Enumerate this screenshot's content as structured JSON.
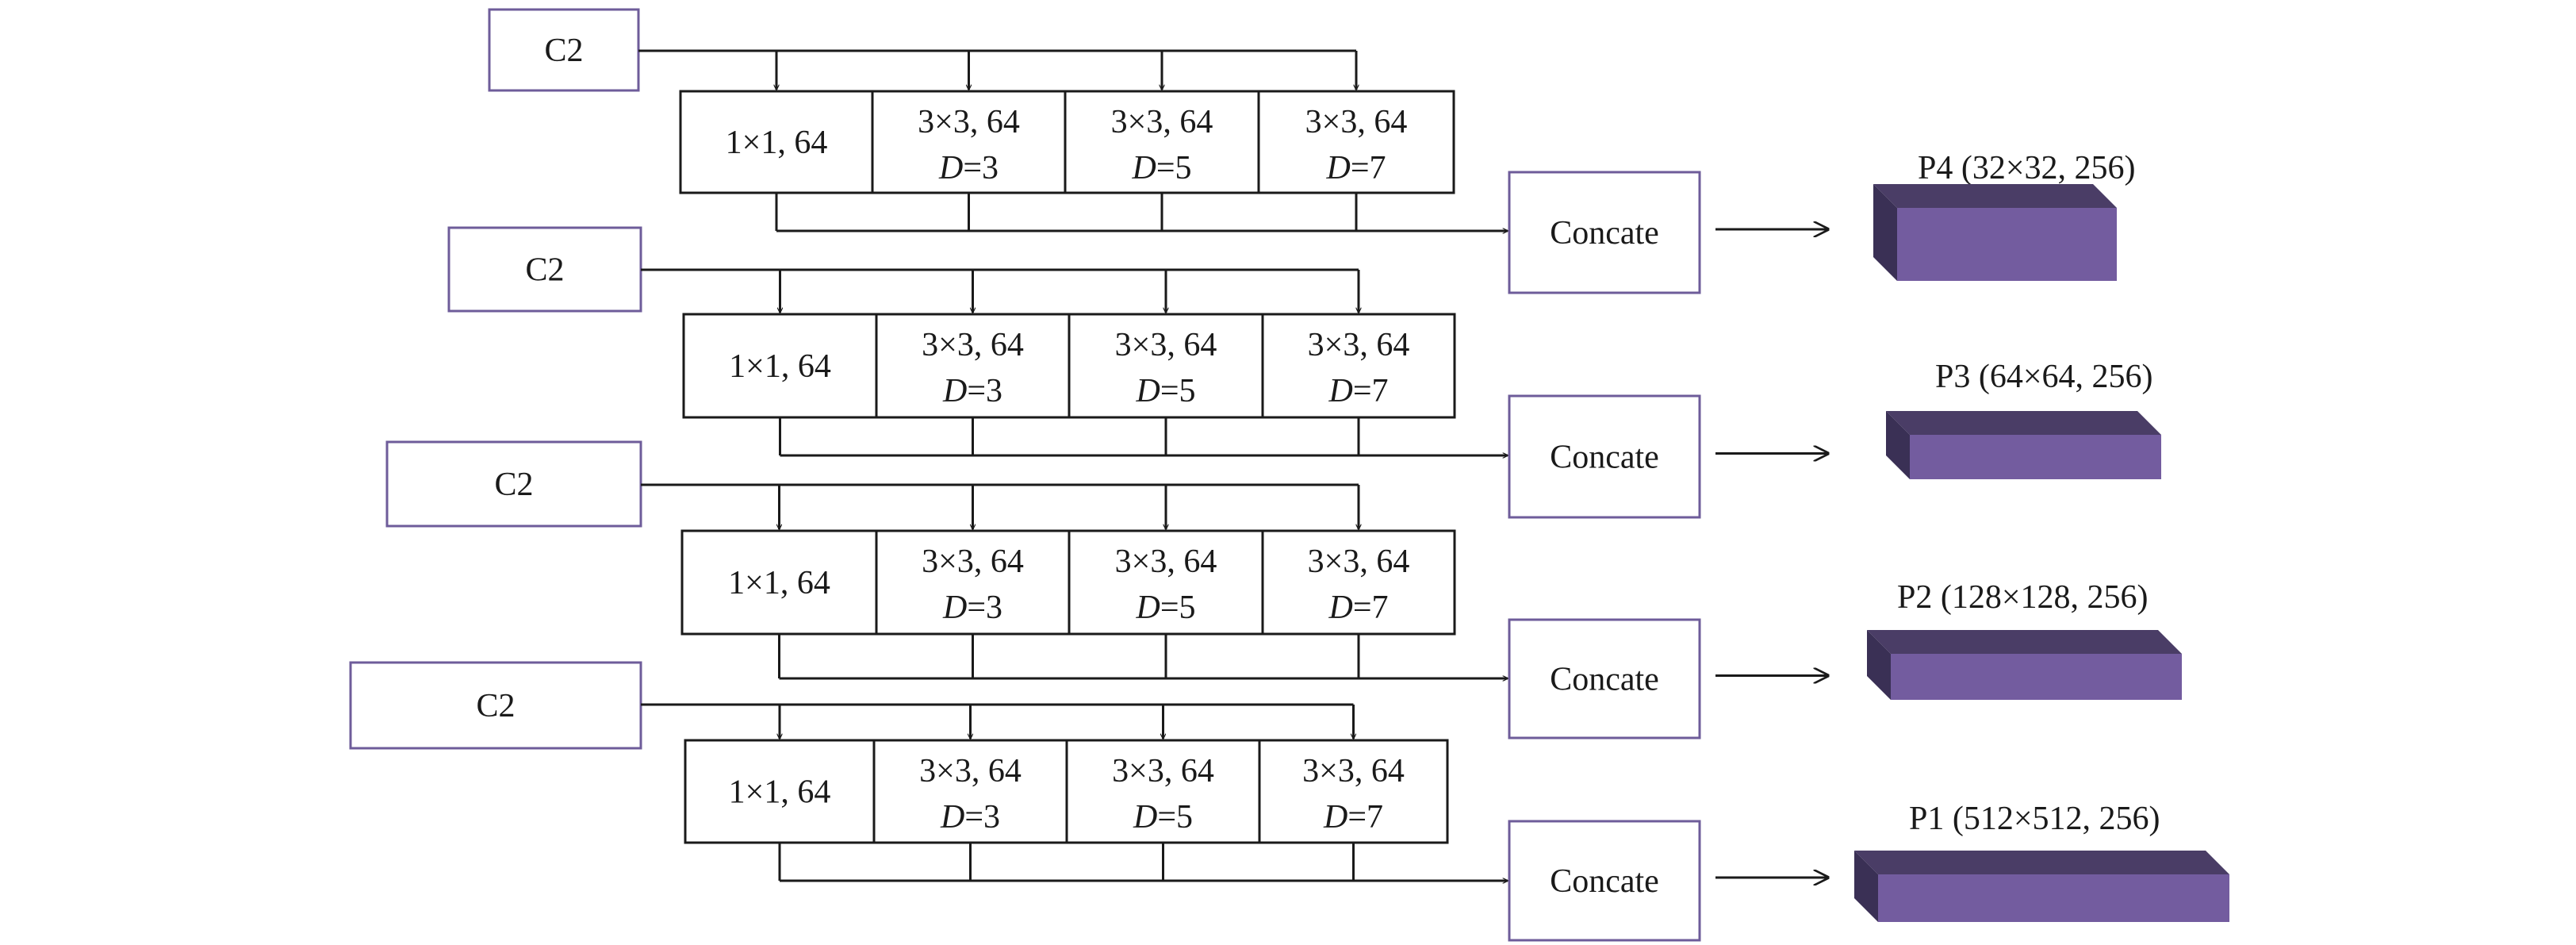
{
  "diagram": {
    "colors": {
      "line": "#1a1a1a",
      "input_box_border": "#6e5c9a",
      "concat_box_border": "#6e5c9a",
      "feature_front": "#735c9f",
      "feature_top": "#4a3d66",
      "feature_side": "#3a3055"
    },
    "stages": [
      {
        "input_label": "C2",
        "convs": [
          {
            "line1": "1×1, 64",
            "dil_var": "",
            "dil_val": ""
          },
          {
            "line1": "3×3, 64",
            "dil_var": "D",
            "dil_val": "=3"
          },
          {
            "line1": "3×3, 64",
            "dil_var": "D",
            "dil_val": "=5"
          },
          {
            "line1": "3×3, 64",
            "dil_var": "D",
            "dil_val": "=7"
          }
        ],
        "concat_label": "Concate",
        "output_label": "P4 (32×32, 256)"
      },
      {
        "input_label": "C2",
        "convs": [
          {
            "line1": "1×1, 64",
            "dil_var": "",
            "dil_val": ""
          },
          {
            "line1": "3×3, 64",
            "dil_var": "D",
            "dil_val": "=3"
          },
          {
            "line1": "3×3, 64",
            "dil_var": "D",
            "dil_val": "=5"
          },
          {
            "line1": "3×3, 64",
            "dil_var": "D",
            "dil_val": "=7"
          }
        ],
        "concat_label": "Concate",
        "output_label": "P3 (64×64, 256)"
      },
      {
        "input_label": "C2",
        "convs": [
          {
            "line1": "1×1, 64",
            "dil_var": "",
            "dil_val": ""
          },
          {
            "line1": "3×3, 64",
            "dil_var": "D",
            "dil_val": "=3"
          },
          {
            "line1": "3×3, 64",
            "dil_var": "D",
            "dil_val": "=5"
          },
          {
            "line1": "3×3, 64",
            "dil_var": "D",
            "dil_val": "=7"
          }
        ],
        "concat_label": "Concate",
        "output_label": "P2 (128×128, 256)"
      },
      {
        "input_label": "C2",
        "convs": [
          {
            "line1": "1×1, 64",
            "dil_var": "",
            "dil_val": ""
          },
          {
            "line1": "3×3, 64",
            "dil_var": "D",
            "dil_val": "=3"
          },
          {
            "line1": "3×3, 64",
            "dil_var": "D",
            "dil_val": "=5"
          },
          {
            "line1": "3×3, 64",
            "dil_var": "D",
            "dil_val": "=7"
          }
        ],
        "concat_label": "Concate",
        "output_label": "P1 (512×512, 256)"
      }
    ]
  }
}
